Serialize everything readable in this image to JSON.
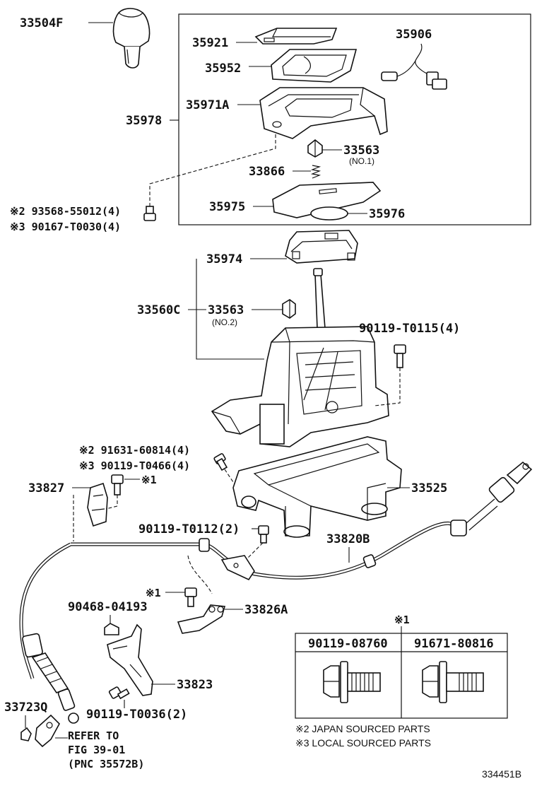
{
  "labels": {
    "p33504F": "33504F",
    "p35921": "35921",
    "p35906": "35906",
    "p35952": "35952",
    "p35971A": "35971A",
    "p35978": "35978",
    "p33563a": "33563",
    "no1": "(NO.1)",
    "p33866": "33866",
    "bolt1a": "※2 93568-55012(4)",
    "bolt1b": "※3 90167-T0030(4)",
    "p35975": "35975",
    "p35976": "35976",
    "p35974": "35974",
    "p33560C": "33560C",
    "p33563b": "33563",
    "no2": "(NO.2)",
    "p90119T0115": "90119-T0115(4)",
    "bolt2a": "※2 91631-60814(4)",
    "bolt2b": "※3 90119-T0466(4)",
    "p33827": "33827",
    "mark1a": "※1",
    "p33525": "33525",
    "p90119T0112": "90119-T0112(2)",
    "p33820B": "33820B",
    "mark1b": "※1",
    "p33826A": "33826A",
    "p90468": "90468-04193",
    "p33823": "33823",
    "p33723Q": "33723Q",
    "p90119T0036": "90119-T0036(2)",
    "refer1": "REFER TO",
    "refer2": "FIG 39-01",
    "refer3": "(PNC 35572B)",
    "figno": "334451B"
  },
  "table": {
    "mark": "※1",
    "col1": "90119-08760",
    "col2": "91671-80816"
  },
  "notes": {
    "n2": "※2 JAPAN SOURCED PARTS",
    "n3": "※3 LOCAL SOURCED PARTS"
  }
}
